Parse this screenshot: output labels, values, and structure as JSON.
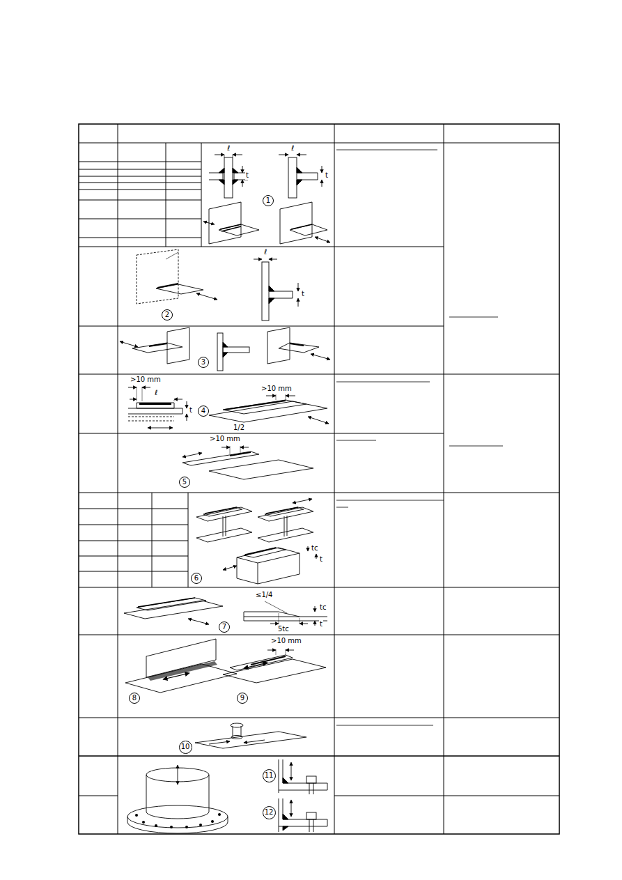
{
  "diagram": {
    "nodes": [
      {
        "text": [
          "1"
        ]
      },
      {
        "text": [
          "2"
        ]
      },
      {
        "text": [
          "3"
        ]
      },
      {
        "text": [
          "4"
        ]
      },
      {
        "text": [
          "5"
        ]
      },
      {
        "text": [
          "6"
        ]
      },
      {
        "text": [
          "7"
        ]
      },
      {
        "text": [
          "8"
        ]
      },
      {
        "text": [
          "9"
        ]
      },
      {
        "text": [
          "10"
        ]
      },
      {
        "text": [
          "11"
        ]
      },
      {
        "text": [
          "12"
        ]
      }
    ],
    "labels": [
      "ℓ",
      "t",
      "ℓ",
      "t",
      "ℓ",
      "t",
      ">10 mm",
      "ℓ",
      "t",
      ">10 mm",
      "1/2",
      ">10 mm",
      "tc",
      "t",
      "≤1/4",
      "tc",
      "t",
      "5tc",
      ">10 mm"
    ]
  }
}
